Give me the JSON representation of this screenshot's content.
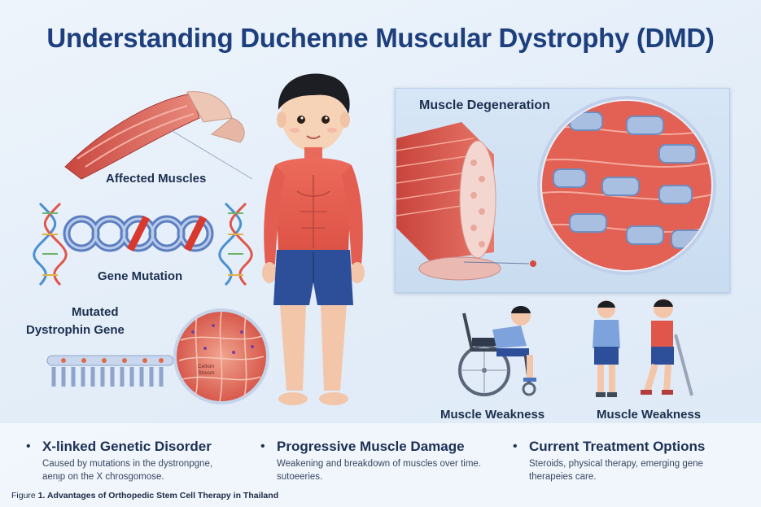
{
  "title": "Understanding Duchenne Muscular Dystrophy (DMD)",
  "labels": {
    "affected_muscles": "Affected Muscles",
    "gene_mutation": "Gene Mutation",
    "mutated_line1": "Mutated",
    "mutated_line2": "Dystrophin Gene",
    "muscle_degeneration": "Muscle Degeneration",
    "weakness_left": "Muscle Weakness",
    "weakness_right": "Muscle Weakness",
    "cell_tag_line1": "Cellom",
    "cell_tag_line2": "Stresm"
  },
  "bullets": [
    {
      "heading": "X-linked Genetic Disorder",
      "line1": "Caused by mutations in the dystronpgne,",
      "line2": "aenᴉp on the X chrosgomose."
    },
    {
      "heading": "Progressive Muscle Damage",
      "line1": "Weakening and breakdown of muscles over time.",
      "line2": "sutoeeries."
    },
    {
      "heading": "Current Treatment Options",
      "line1": "Steroids, physical therapy, emerging gene",
      "line2": "therapeies care."
    }
  ],
  "caption": {
    "prefix": "Figure ",
    "text": "1. Advantages of Orthopedic Stem Cell Therapy in Thailand"
  },
  "colors": {
    "title": "#1d3f7d",
    "muscle_red": "#e0564a",
    "shorts_blue": "#2d4f9a",
    "panel_bg": "#d0e1f3"
  }
}
